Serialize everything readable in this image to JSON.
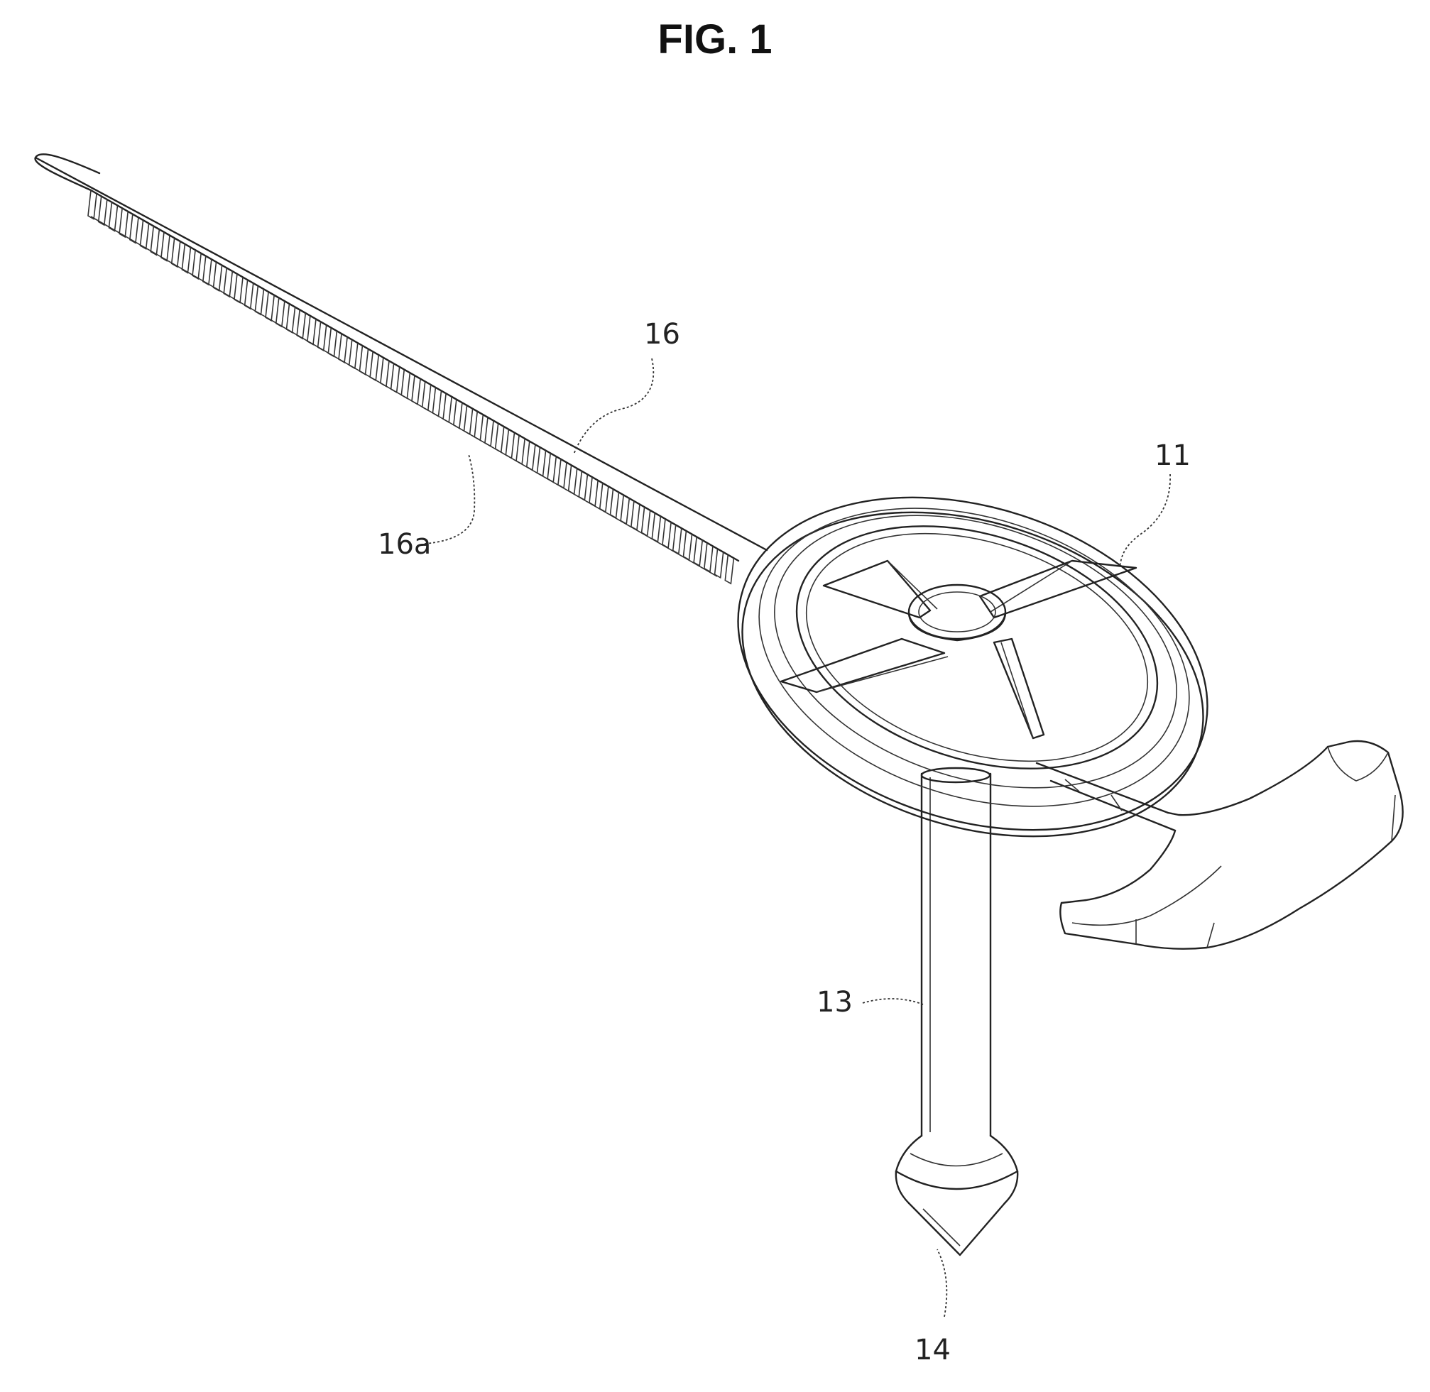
{
  "figure": {
    "title": "FIG. 1"
  },
  "reference_numerals": {
    "strap": "16",
    "strap_teeth": "16a",
    "disc": "11",
    "shaft": "13",
    "tip": "14"
  }
}
